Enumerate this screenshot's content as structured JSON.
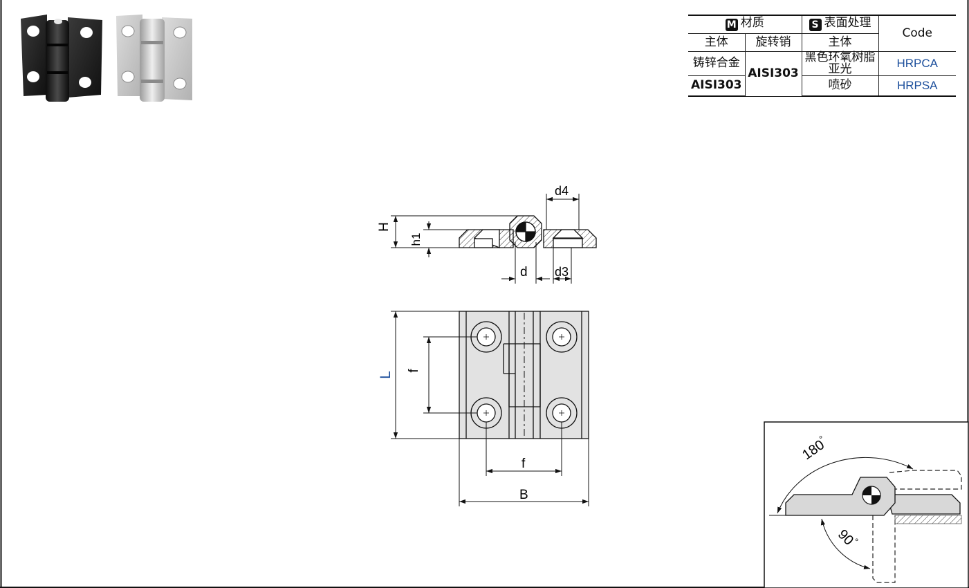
{
  "table": {
    "material_badge": "M",
    "material_header": "材质",
    "surface_badge": "S",
    "surface_header": "表面处理",
    "code_header": "Code",
    "sub_body": "主体",
    "sub_pin": "旋转销",
    "sub_surface_body": "主体",
    "body_material_1": "铸锌合金",
    "body_material_2": "AISI303",
    "pin_material": "AISI303",
    "surface_1": "黑色环氧树脂亚光",
    "surface_2": "喷砂",
    "code_1": "HRPCA",
    "code_2": "HRPSA"
  },
  "labels": {
    "d4": "d4",
    "H": "H",
    "h1": "h1",
    "d": "d",
    "d3": "d3",
    "L": "L",
    "f_vertical": "f",
    "f_horizontal": "f",
    "B": "B",
    "angle_180": "180",
    "angle_90": "90",
    "degree": "°"
  },
  "colors": {
    "code_blue": "#1c4f9c",
    "L_label_blue": "#1c4f9c",
    "part_fill": "#e2e2e2",
    "black_hinge": "#1e1e1e",
    "silver_hinge": "#c9c9c9"
  }
}
